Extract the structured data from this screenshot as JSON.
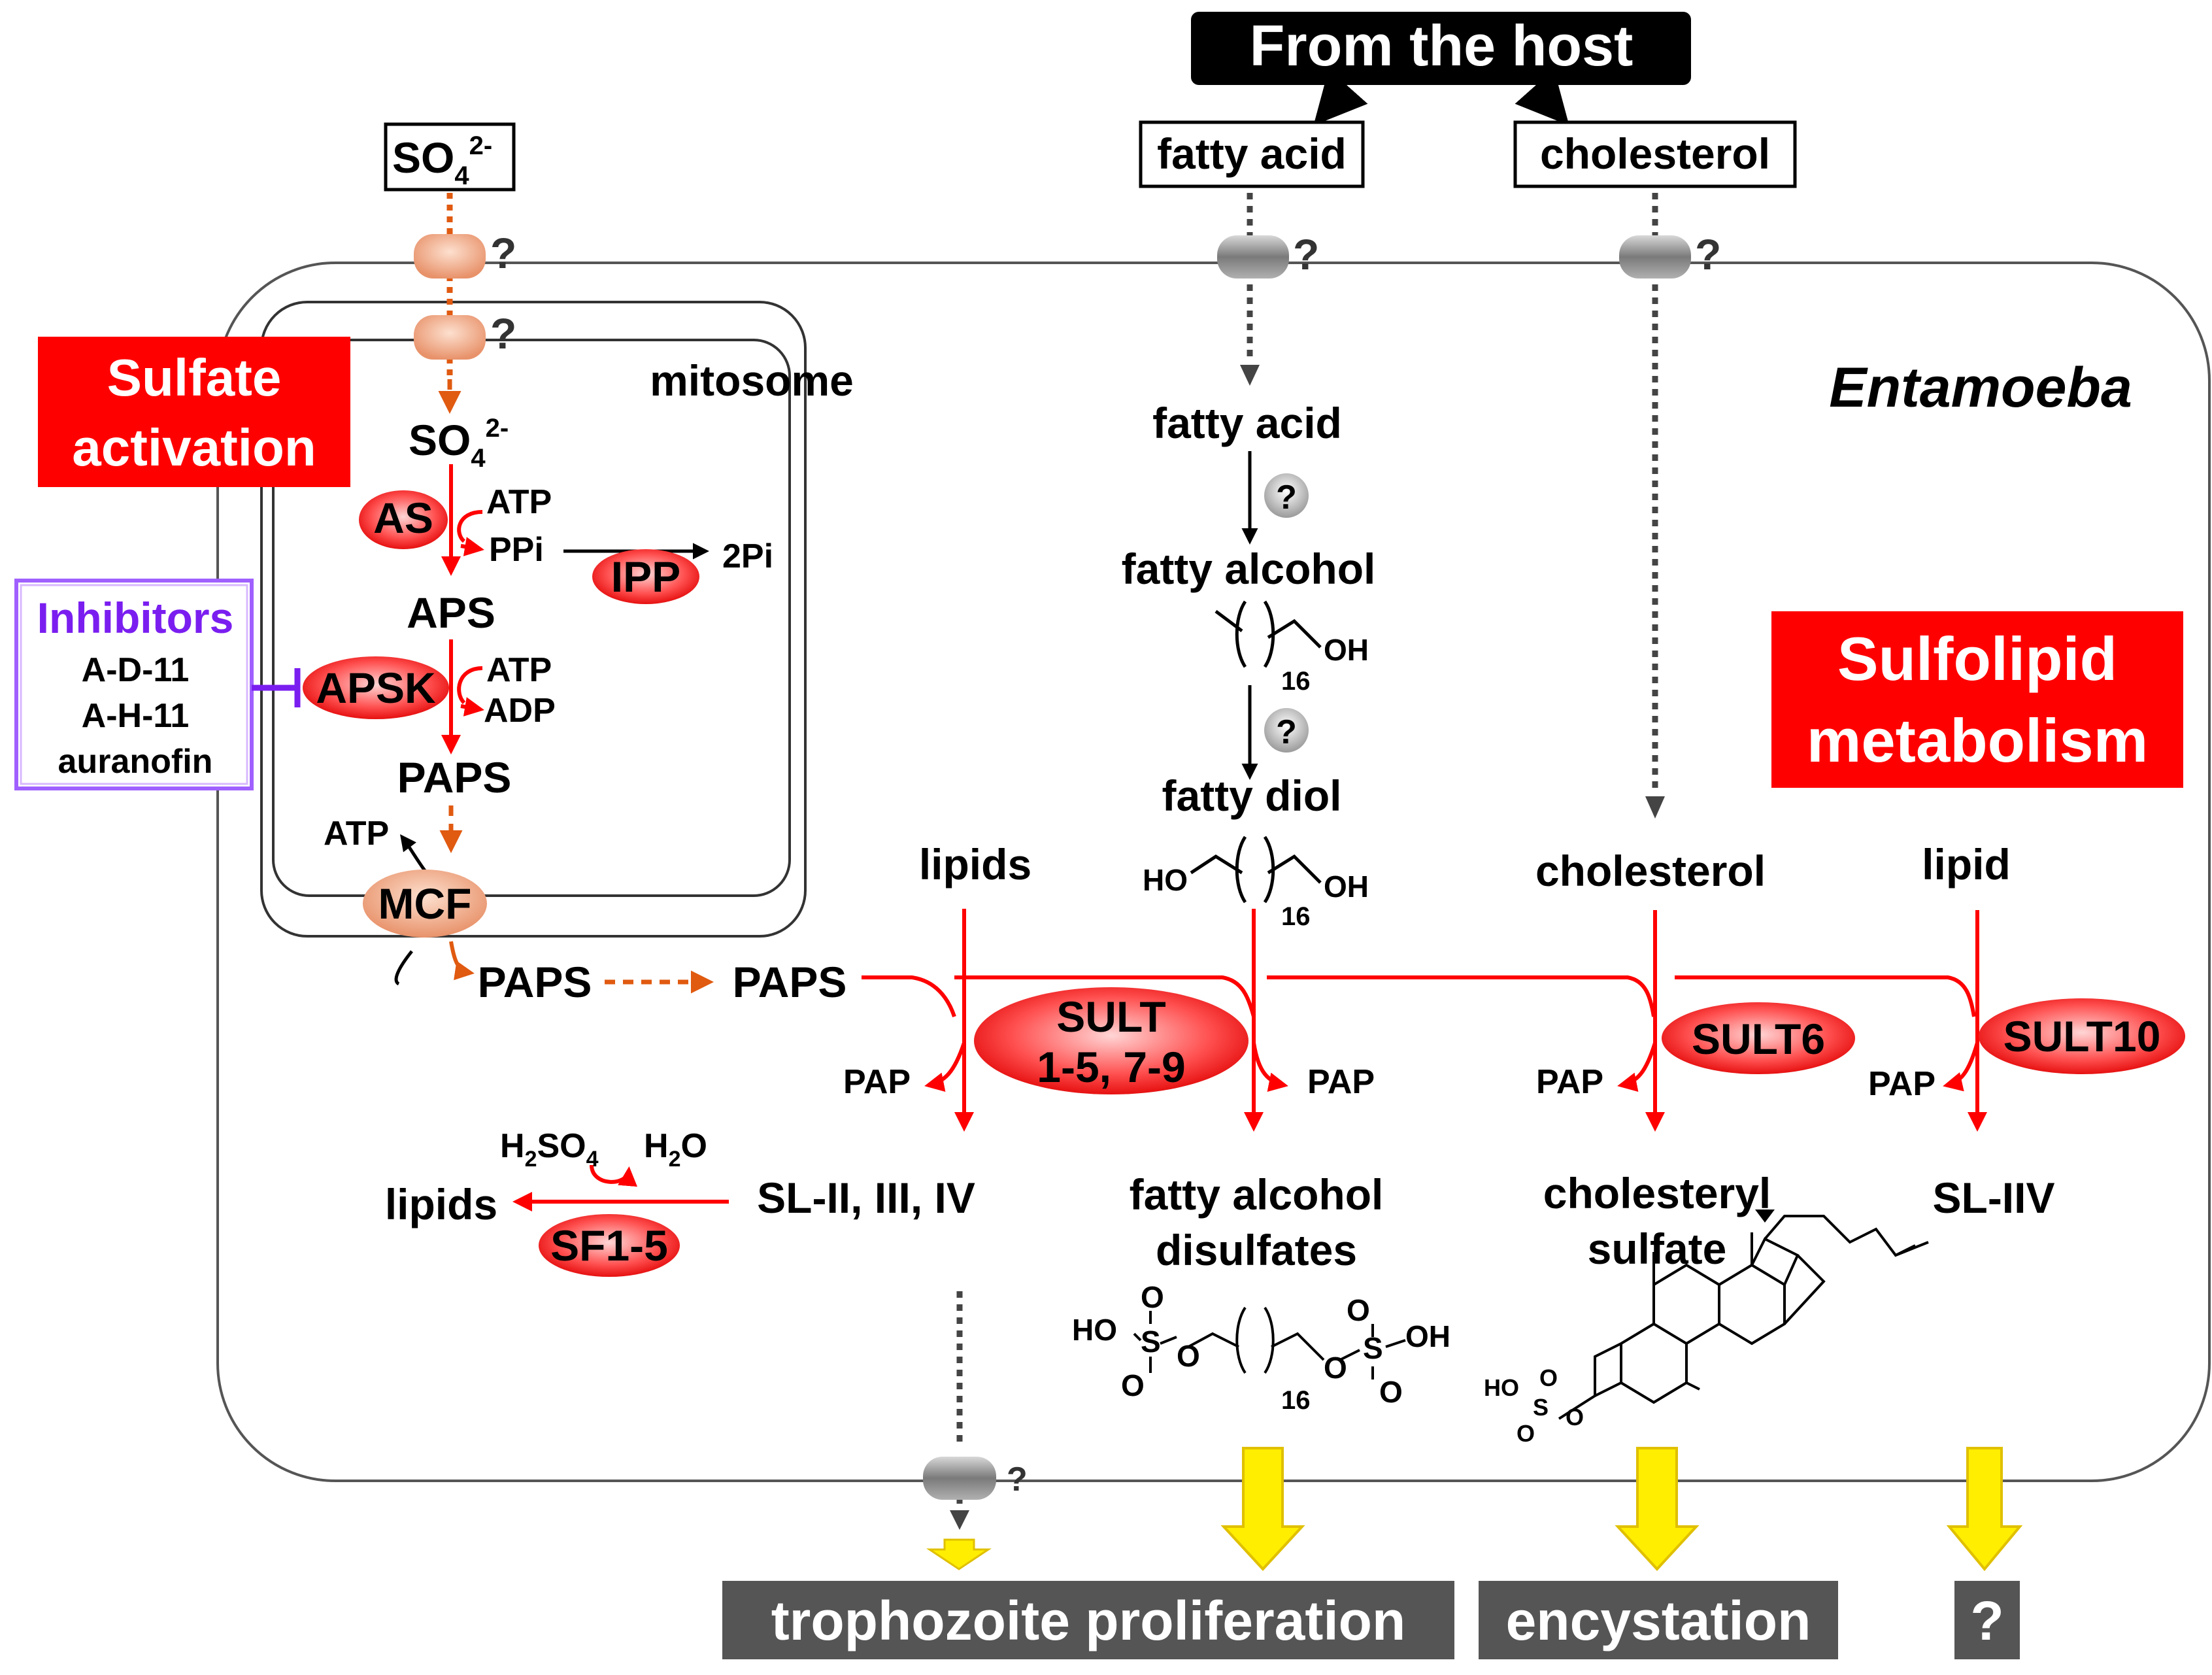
{
  "host": {
    "title": "From the host",
    "fatty_acid": "fatty acid",
    "cholesterol": "cholesterol"
  },
  "labels": {
    "so4_outer": "SO",
    "sub4": "4",
    "sup2": "2-",
    "question": "?",
    "mitosome": "mitosome",
    "entamoeba": "Entamoeba",
    "sulfate_activation_1": "Sulfate",
    "sulfate_activation_2": "activation",
    "sulfolipid_1": "Sulfolipid",
    "sulfolipid_2": "metabolism",
    "so4_inner": "SO",
    "atp": "ATP",
    "ppi": "PPi",
    "two_pi": "2Pi",
    "aps": "APS",
    "adp": "ADP",
    "paps": "PAPS",
    "pap": "PAP",
    "fatty_acid_in": "fatty acid",
    "fatty_alcohol": "fatty alcohol",
    "fatty_diol": "fatty diol",
    "lipids": "lipids",
    "cholesterol_in": "cholesterol",
    "lipid": "lipid",
    "sl_ii_iii_iv": "SL-II, III, IV",
    "fa_disulfates_1": "fatty alcohol",
    "fa_disulfates_2": "disulfates",
    "cholesteryl_1": "cholesteryl",
    "cholesteryl_2": "sulfate",
    "sl_iiv": "SL-IIV",
    "lipids_out": "lipids",
    "h2so4_h": "H",
    "h2so4_2": "2",
    "h2so4_so": "SO",
    "h2so4_4": "4",
    "h2o_h": "H",
    "h2o_2": "2",
    "h2o_o": "O",
    "oh": "OH",
    "ho": "HO",
    "n16": "16",
    "o": "O",
    "s": "S"
  },
  "enzymes": {
    "as": "AS",
    "ipp": "IPP",
    "apsk": "APSK",
    "mcf": "MCF",
    "sult_1": "SULT",
    "sult_2": "1-5, 7-9",
    "sult6": "SULT6",
    "sult10": "SULT10",
    "sf": "SF1-5"
  },
  "inhibitors": {
    "title": "Inhibitors",
    "items": [
      "A-D-11",
      "A-H-11",
      "auranofin"
    ]
  },
  "outcomes": {
    "proliferation": "trophozoite proliferation",
    "encystation": "encystation",
    "unknown": "?"
  },
  "colors": {
    "red": "#ff0000",
    "orange": "#e05a10",
    "purple": "#7a1ef0",
    "yellow": "#ffee00",
    "gray_box": "#555555",
    "black": "#000000"
  }
}
